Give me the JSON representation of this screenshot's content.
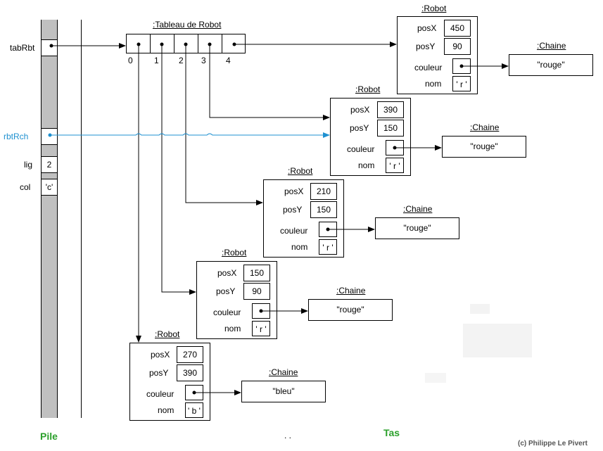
{
  "stack": {
    "vars": [
      {
        "name": "tabRbt",
        "value": ""
      },
      {
        "name": "rbtRch",
        "value": ""
      },
      {
        "name": "lig",
        "value": "2"
      },
      {
        "name": "col",
        "value": "'c'"
      }
    ],
    "label": "Pile"
  },
  "heap": {
    "label": "Tas",
    "array": {
      "title": ":Tableau de Robot",
      "indices": [
        "0",
        "1",
        "2",
        "3",
        "4"
      ]
    },
    "robots": [
      {
        "title": ":Robot",
        "posX_label": "posX",
        "posX": "450",
        "posY_label": "posY",
        "posY": "90",
        "couleur_label": "couleur",
        "nom_label": "nom",
        "nom": "' r '",
        "chain_title": ":Chaine",
        "chain_value": "\"rouge\""
      },
      {
        "title": ":Robot",
        "posX_label": "posX",
        "posX": "390",
        "posY_label": "posY",
        "posY": "150",
        "couleur_label": "couleur",
        "nom_label": "nom",
        "nom": "' r '",
        "chain_title": ":Chaine",
        "chain_value": "\"rouge\""
      },
      {
        "title": ":Robot",
        "posX_label": "posX",
        "posX": "210",
        "posY_label": "posY",
        "posY": "150",
        "couleur_label": "couleur",
        "nom_label": "nom",
        "nom": "' r '",
        "chain_title": ":Chaine",
        "chain_value": "\"rouge\""
      },
      {
        "title": ":Robot",
        "posX_label": "posX",
        "posX": "150",
        "posY_label": "posY",
        "posY": "90",
        "couleur_label": "couleur",
        "nom_label": "nom",
        "nom": "' r '",
        "chain_title": ":Chaine",
        "chain_value": "\"rouge\""
      },
      {
        "title": ":Robot",
        "posX_label": "posX",
        "posX": "270",
        "posY_label": "posY",
        "posY": "390",
        "couleur_label": "couleur",
        "nom_label": "nom",
        "nom": "' b '",
        "chain_title": ":Chaine",
        "chain_value": "\"bleu\""
      }
    ]
  },
  "colors": {
    "highlight": "#1e90d0",
    "labels_green": "#2ca02c"
  },
  "footer": {
    "copyright": "(c) Philippe Le Pivert",
    "dots": ". ."
  }
}
